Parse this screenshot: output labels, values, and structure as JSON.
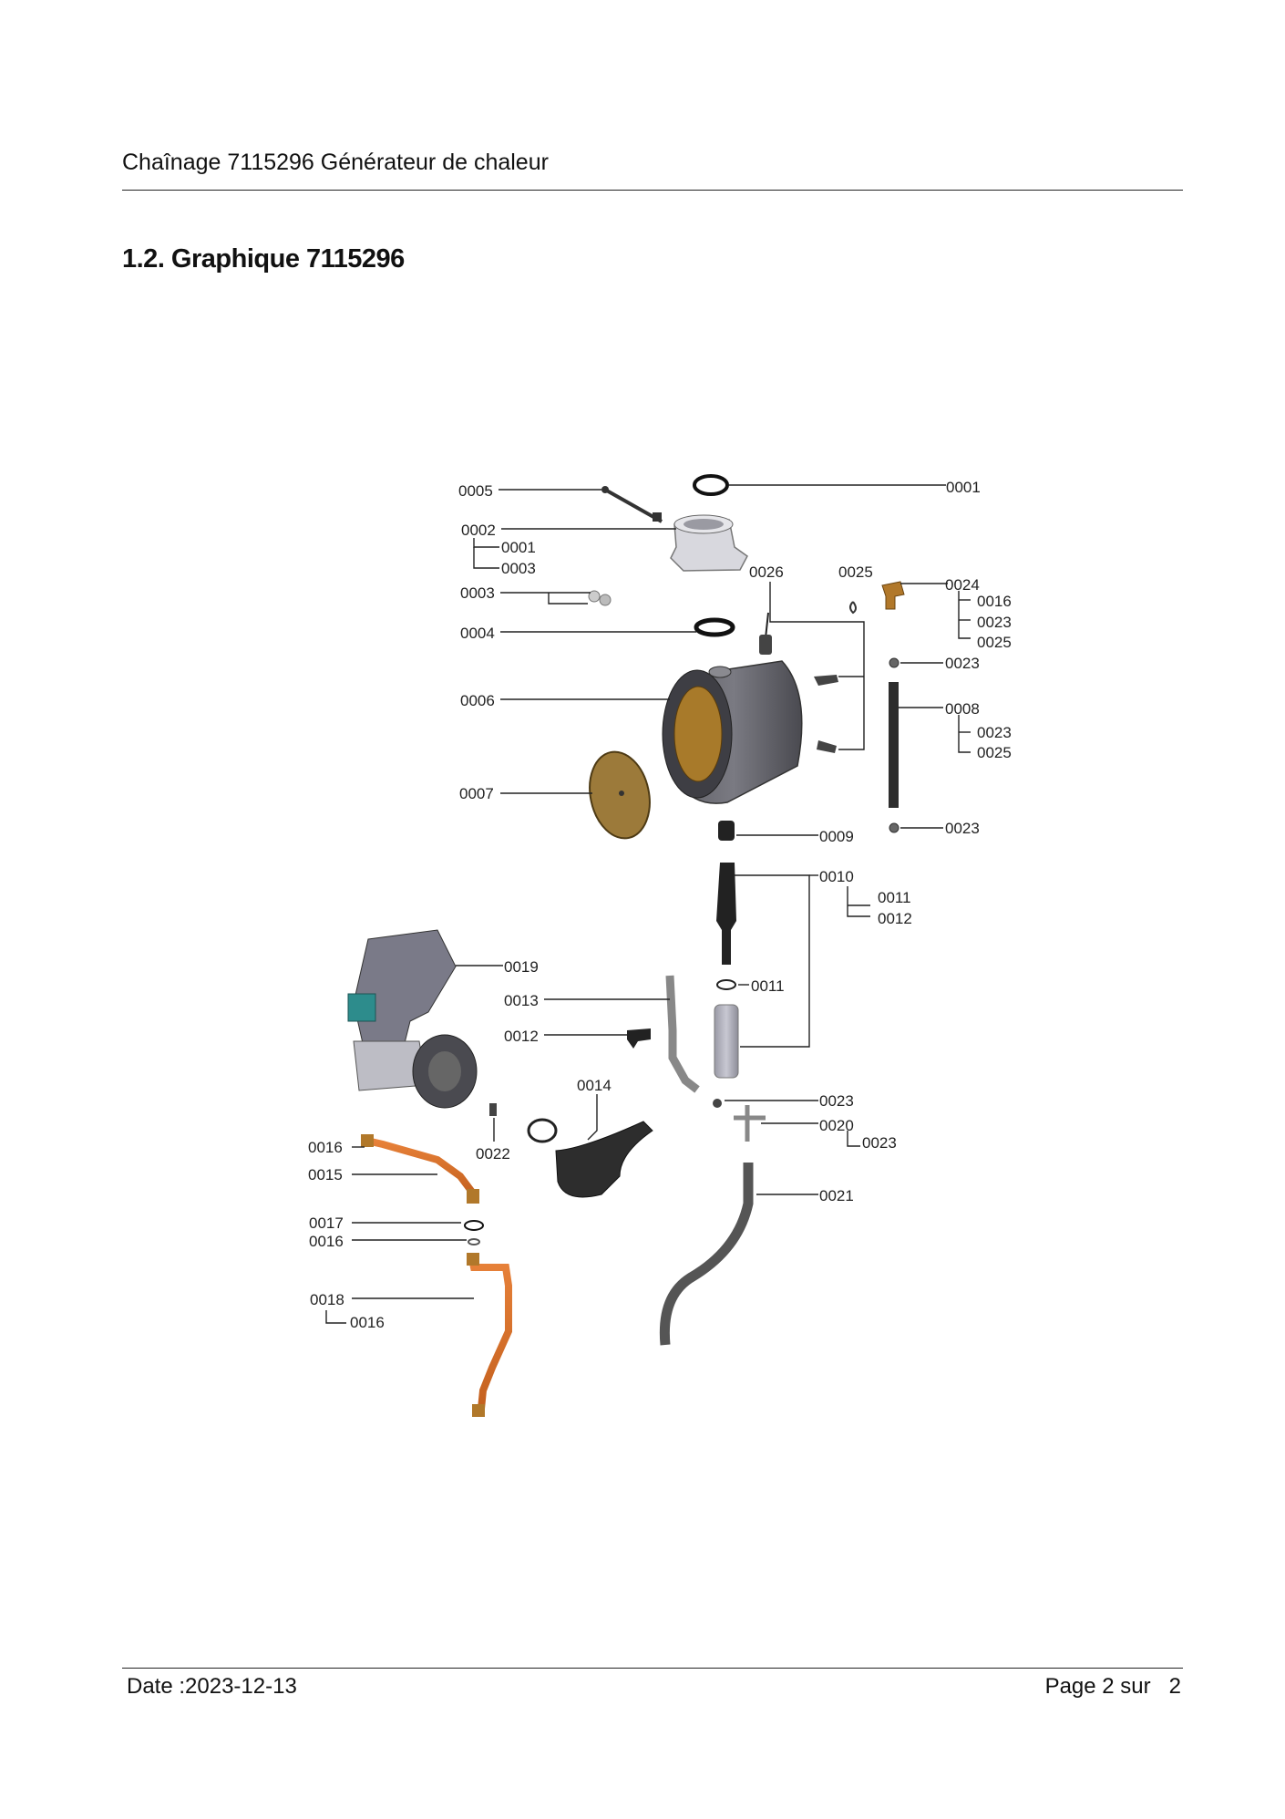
{
  "header": {
    "title": "Chaînage 7115296 Générateur de chaleur"
  },
  "section": {
    "title": "1.2. Graphique 7115296"
  },
  "diagram": {
    "labels": {
      "p0005": "0005",
      "p0001_top": "0001",
      "p0002": "0002",
      "p0002_sub1": "0001",
      "p0002_sub2": "0003",
      "p0003": "0003",
      "p0026": "0026",
      "p0025_top": "0025",
      "p0024": "0024",
      "p0024_sub1": "0016",
      "p0024_sub2": "0023",
      "p0024_sub3": "0025",
      "p0004": "0004",
      "p0023_a": "0023",
      "p0006": "0006",
      "p0008": "0008",
      "p0008_sub1": "0023",
      "p0008_sub2": "0025",
      "p0007": "0007",
      "p0009": "0009",
      "p0023_b": "0023",
      "p0010": "0010",
      "p0010_sub1": "0011",
      "p0010_sub2": "0012",
      "p0019": "0019",
      "p0013": "0013",
      "p0011": "0011",
      "p0012": "0012",
      "p0014": "0014",
      "p0023_c": "0023",
      "p0020": "0020",
      "p0020_sub": "0023",
      "p0016_a": "0016",
      "p0022": "0022",
      "p0015": "0015",
      "p0021": "0021",
      "p0017": "0017",
      "p0016_b": "0016",
      "p0018": "0018",
      "p0018_sub": "0016"
    }
  },
  "footer": {
    "date": "Date :2023-12-13",
    "page": "Page 2 sur   2"
  }
}
